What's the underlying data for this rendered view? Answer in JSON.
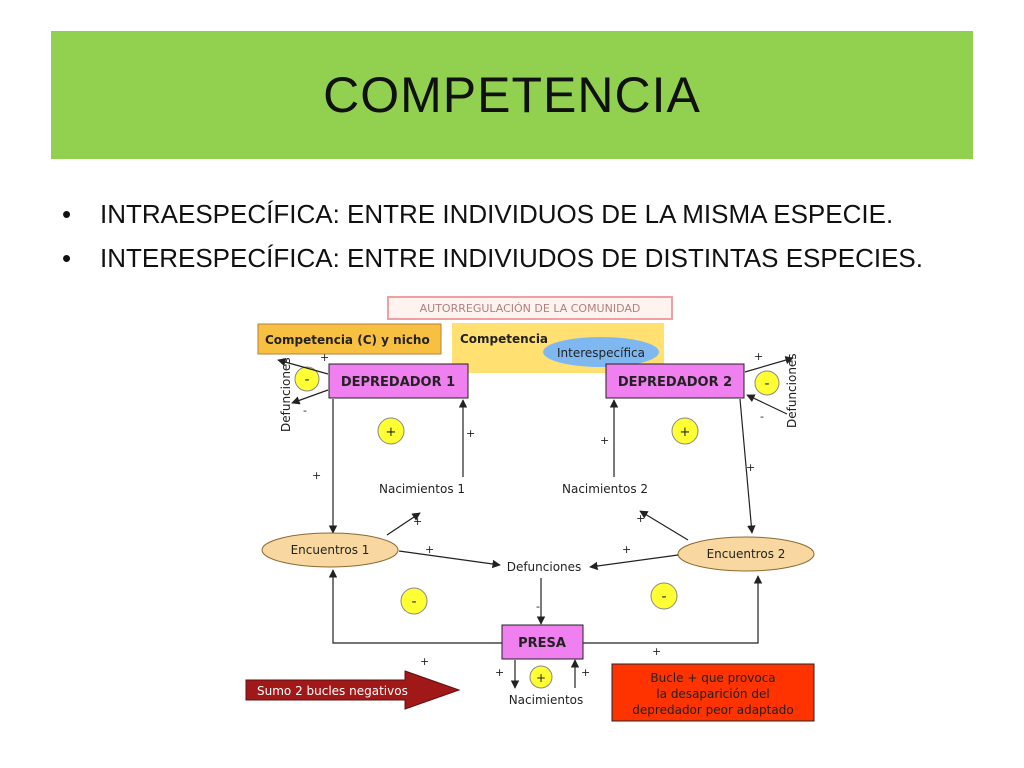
{
  "slide": {
    "title": "COMPETENCIA",
    "bullets": [
      "INTRAESPECÍFICA: ENTRE INDIVIDUOS DE LA MISMA ESPECIE.",
      "INTERESPECÍFICA: ENTRE INDIVIUDOS DE DISTINTAS ESPECIES."
    ],
    "bullet_symbol": "•"
  },
  "diagram": {
    "header": "AUTORREGULACIÓN DE LA COMUNIDAD",
    "competencia_nicho": "Competencia  (C) y nicho",
    "competencia": "Competencia",
    "interespecifica": "Interespecífica",
    "depredador1": "DEPREDADOR 1",
    "depredador2": "DEPREDADOR 2",
    "defunciones_left": "Defunciones",
    "defunciones_right": "Defunciones",
    "defunciones_center": "Defunciones",
    "nacimientos1": "Nacimientos 1",
    "nacimientos2": "Nacimientos 2",
    "nacimientos_presa": "Nacimientos",
    "encuentros1": "Encuentros 1",
    "encuentros2": "Encuentros 2",
    "presa": "PRESA",
    "sumo": "Sumo 2 bucles negativos",
    "bucle_lines": [
      "Bucle + que provoca",
      "la desaparición del",
      "depredador peor adaptado"
    ],
    "plus": "+",
    "minus": "-",
    "colors": {
      "title_bg": "#92d050",
      "predator_box": "#f080f0",
      "header_border": "#f0a0a0",
      "orange_box": "#f8c040",
      "yellow_box": "#ffe070",
      "ellipse_fill": "#f8d8a0",
      "blue_ellipse": "#7fb8f0",
      "red_box": "#ff3300",
      "dark_red_arrow": "#a01818",
      "circle_yellow": "#ffff33"
    }
  }
}
